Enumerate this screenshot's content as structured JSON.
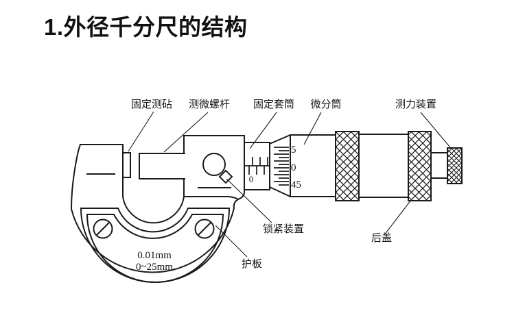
{
  "title": "1.外径千分尺的结构",
  "labels": {
    "anvil": "固定测砧",
    "spindle": "测微螺杆",
    "sleeve": "固定套筒",
    "thimble": "微分筒",
    "ratchet": "测力装置",
    "lock": "锁紧装置",
    "back_cover": "后盖",
    "guard": "护板"
  },
  "markings": {
    "precision": "0.01mm",
    "range": "0~25mm",
    "sleeve_zero": "0",
    "thimble_scale": [
      "5",
      "0",
      "45"
    ]
  },
  "colors": {
    "line": "#1a1a1a",
    "background": "#ffffff"
  }
}
